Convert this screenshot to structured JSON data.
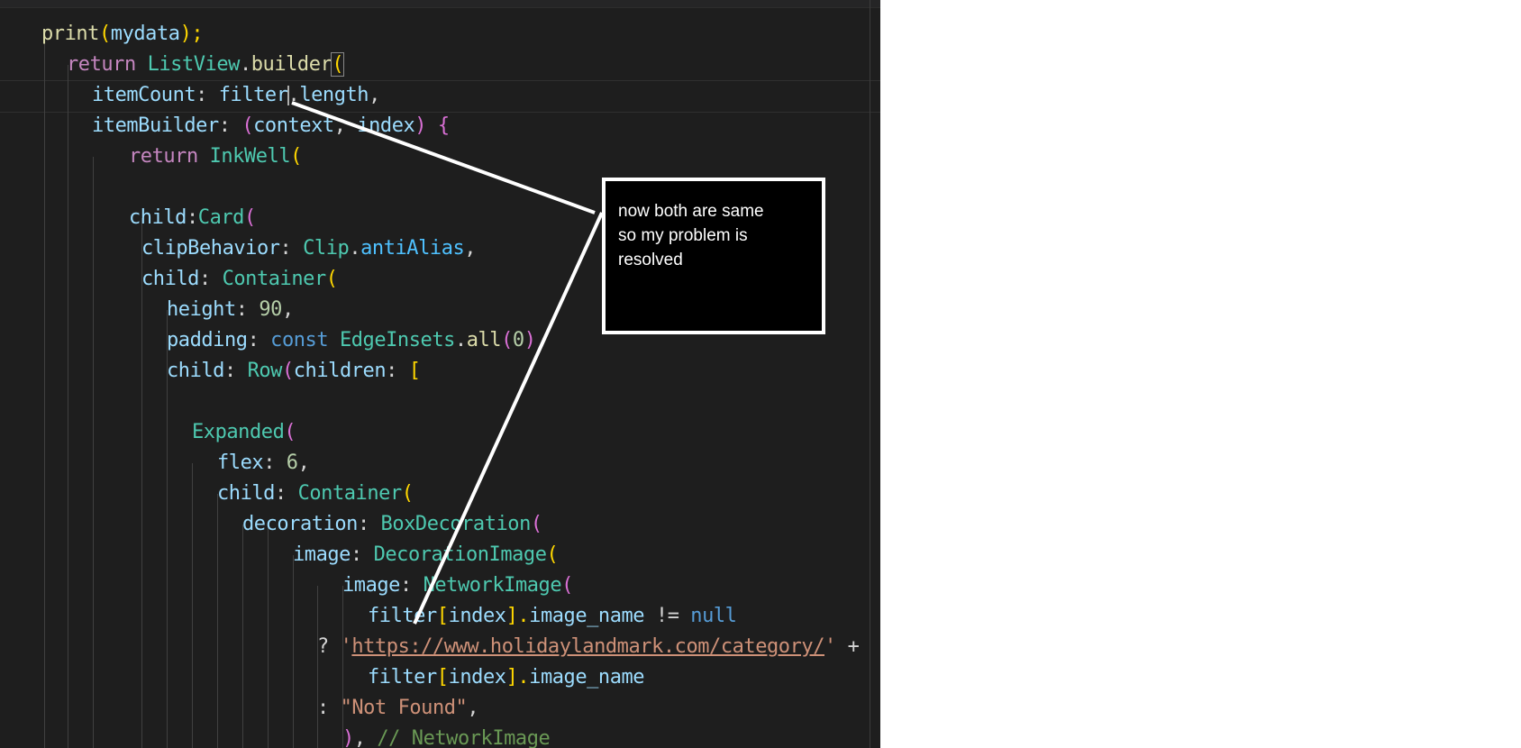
{
  "editor": {
    "lines": {
      "l0": [
        "print",
        "(",
        "mydata",
        ");"
      ],
      "l1": [
        "return",
        " ",
        "ListView",
        ".",
        "builder",
        "("
      ],
      "l2": [
        "itemCount",
        ": ",
        "filter",
        ".",
        "length",
        ","
      ],
      "l3": [
        "itemBuilder",
        ": ",
        "(",
        "context",
        ", ",
        "index",
        ") ",
        "{"
      ],
      "l4": [
        "return",
        " ",
        "InkWell",
        "("
      ],
      "l5": [
        "child",
        ":",
        "Card",
        "("
      ],
      "l6": [
        "clipBehavior",
        ": ",
        "Clip",
        ".",
        "antiAlias",
        ","
      ],
      "l7": [
        "child",
        ": ",
        "Container",
        "("
      ],
      "l8": [
        "height",
        ": ",
        "90",
        ","
      ],
      "l9": [
        "padding",
        ": ",
        "const",
        " ",
        "EdgeInsets",
        ".",
        "all",
        "(",
        "0",
        "),"
      ],
      "l10": [
        "child",
        ": ",
        "Row",
        "(",
        "children",
        ": ",
        "["
      ],
      "l11": [
        "Expanded",
        "("
      ],
      "l12": [
        "flex",
        ": ",
        "6",
        ","
      ],
      "l13": [
        "child",
        ": ",
        "Container",
        "("
      ],
      "l14": [
        "decoration",
        ": ",
        "BoxDecoration",
        "("
      ],
      "l15": [
        "image",
        ": ",
        "DecorationImage",
        "("
      ],
      "l16": [
        "image",
        ": ",
        "NetworkImage",
        "("
      ],
      "l17": [
        "filter",
        "[",
        "index",
        "].",
        "image_name",
        " != ",
        "null"
      ],
      "l18": [
        "? ",
        "'",
        "https://www.holidaylandmark.com/category/",
        "'",
        " +"
      ],
      "l19": [
        "filter",
        "[",
        "index",
        "].",
        "image_name"
      ],
      "l20": [
        ": ",
        "\"Not Found\"",
        ","
      ],
      "l21": [
        ")",
        ", ",
        "// NetworkImage"
      ]
    }
  },
  "annotation": {
    "text": "now both are same\nso my problem is\nresolved"
  },
  "colors": {
    "background": "#1e1e1e",
    "keyword": "#c586c0",
    "type": "#4ec9b0",
    "function": "#dcdcaa",
    "variable": "#9cdcfe",
    "string": "#ce9178",
    "number": "#b5cea8",
    "comment": "#6a9955",
    "annotation_line": "#ffffff"
  }
}
